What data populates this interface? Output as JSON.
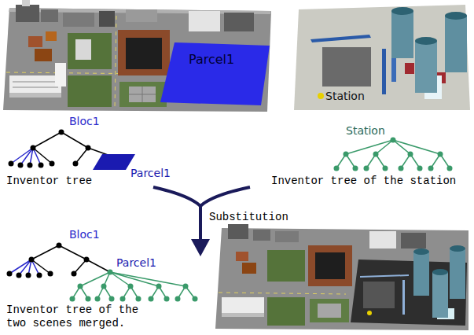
{
  "diagram": {
    "labels": [
      "Parcel1",
      "Station",
      "Bloc1",
      "Parcel1",
      "Inventor tree",
      "Station",
      "Inventor tree of the station",
      "Substitution",
      "Bloc1",
      "Parcel1",
      "Inventor tree of the two scenes merged."
    ]
  }
}
